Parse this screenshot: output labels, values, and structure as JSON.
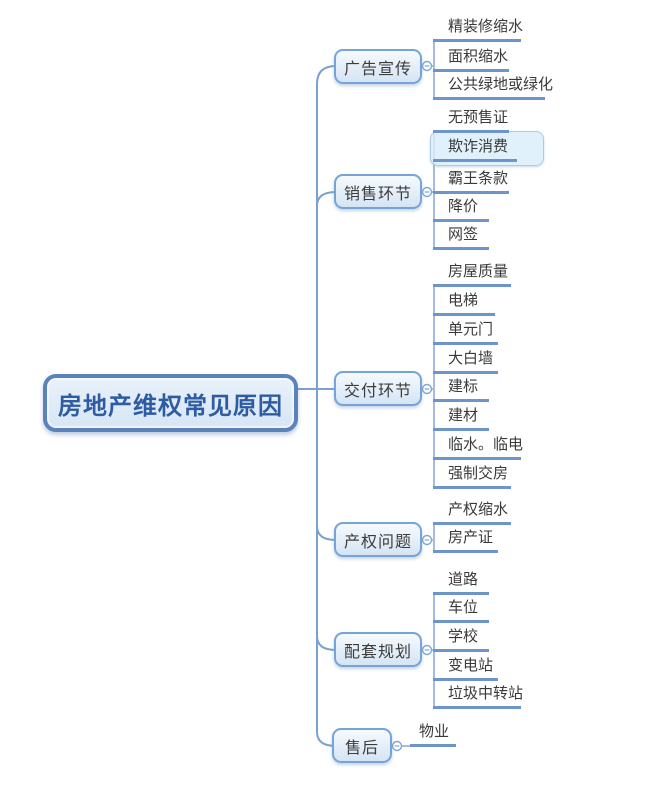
{
  "mindmap": {
    "root": {
      "label": "房地产维权常见原因"
    },
    "branches": [
      {
        "label": "广告宣传",
        "children": [
          "精装修缩水",
          "面积缩水",
          "公共绿地或绿化"
        ]
      },
      {
        "label": "销售环节",
        "children": [
          "无预售证",
          "欺诈消费",
          "霸王条款",
          "降价",
          "网签"
        ]
      },
      {
        "label": "交付环节",
        "children": [
          "房屋质量",
          "电梯",
          "单元门",
          "大白墙",
          "建标",
          "建材",
          "临水。临电",
          "强制交房"
        ]
      },
      {
        "label": "产权问题",
        "children": [
          "产权缩水",
          "房产证"
        ]
      },
      {
        "label": "配套规划",
        "children": [
          "道路",
          "车位",
          "学校",
          "变电站",
          "垃圾中转站"
        ]
      },
      {
        "label": "售后",
        "children": [
          "物业"
        ]
      }
    ],
    "selected_topic": "欺诈消费"
  },
  "colors": {
    "root_border": "#5b83bb",
    "root_fill": "#dce9f6",
    "root_text": "#2d5ca3",
    "branch_border": "#76a3d8",
    "branch_fill": "#dbe8f6",
    "topic_text": "#3a3a3a",
    "main_line": "#7aa1d0",
    "child_line": "#a3bedd",
    "underline": "#6c96ca",
    "selection_fill": "#ddeefa",
    "selection_border": "#a8cce9"
  }
}
